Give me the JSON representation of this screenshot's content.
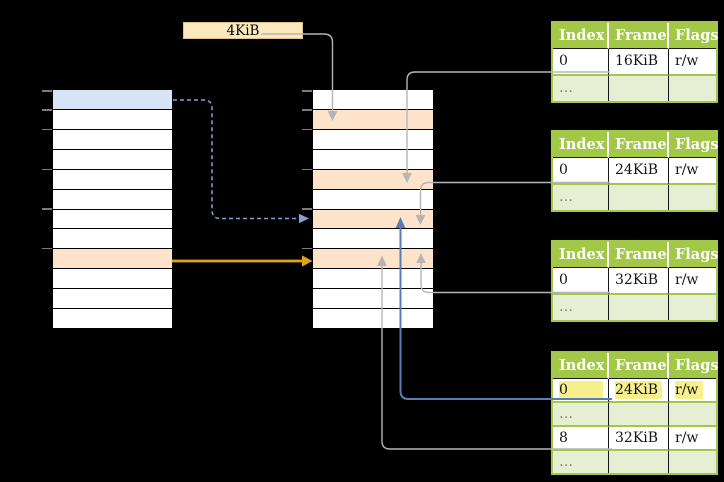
{
  "size_label": {
    "text": "4KiB"
  },
  "colors": {
    "background": "#000000",
    "cell_white": "#ffffff",
    "row_blue": "#d8e4f5",
    "row_orange": "#fce3c9",
    "label_box_bg": "#fce8bd",
    "label_box_border": "#ddc28c",
    "table_header_bg": "#a3c747",
    "table_header_text": "#ffffff",
    "table_border_green": "#a3c747",
    "table_ellipsis_bg": "#e6efd4",
    "ellipsis_text": "#7c8577",
    "cell_text": "#141414",
    "highlight_yellow": "#f8f08d",
    "gray_line": "#b4b5b7",
    "blue_dashed_line": "#7fa3d9",
    "blue_solid_line": "#5a7cb5",
    "orange_line": "#dfa512",
    "tick_gray": "#7b7b7b"
  },
  "left_column": {
    "row_count": 12,
    "highlighted_rows": {
      "1": "blue",
      "9": "orange"
    },
    "tick_positions": [
      0,
      1,
      2,
      4,
      6,
      8
    ]
  },
  "frame_column": {
    "row_count": 12,
    "highlighted_rows": {
      "2": "orange",
      "5": "orange",
      "7": "orange",
      "9": "orange"
    },
    "tick_positions": [
      0,
      1,
      2,
      4,
      6,
      8
    ]
  },
  "page_tables": [
    {
      "name": "page-table-16kib",
      "headers": [
        "Index",
        "Frame",
        "Flags"
      ],
      "rows": [
        {
          "cells": [
            "0",
            "16KiB",
            "r/w"
          ],
          "style": "data"
        },
        {
          "cells": [
            "…",
            "",
            ""
          ],
          "style": "ellipsis"
        }
      ]
    },
    {
      "name": "page-table-24kib",
      "headers": [
        "Index",
        "Frame",
        "Flags"
      ],
      "rows": [
        {
          "cells": [
            "0",
            "24KiB",
            "r/w"
          ],
          "style": "data"
        },
        {
          "cells": [
            "…",
            "",
            ""
          ],
          "style": "ellipsis"
        }
      ]
    },
    {
      "name": "page-table-32kib",
      "headers": [
        "Index",
        "Frame",
        "Flags"
      ],
      "rows": [
        {
          "cells": [
            "0",
            "32KiB",
            "r/w"
          ],
          "style": "data"
        },
        {
          "cells": [
            "…",
            "",
            ""
          ],
          "style": "ellipsis"
        }
      ]
    },
    {
      "name": "level2-page-table",
      "headers": [
        "Index",
        "Frame",
        "Flags"
      ],
      "rows": [
        {
          "cells": [
            "0",
            "24KiB",
            "r/w"
          ],
          "style": "data",
          "highlighted": true
        },
        {
          "cells": [
            "…",
            "",
            ""
          ],
          "style": "ellipsis"
        },
        {
          "cells": [
            "8",
            "32KiB",
            "r/w"
          ],
          "style": "data"
        },
        {
          "cells": [
            "…",
            "",
            ""
          ],
          "style": "ellipsis"
        }
      ]
    }
  ]
}
